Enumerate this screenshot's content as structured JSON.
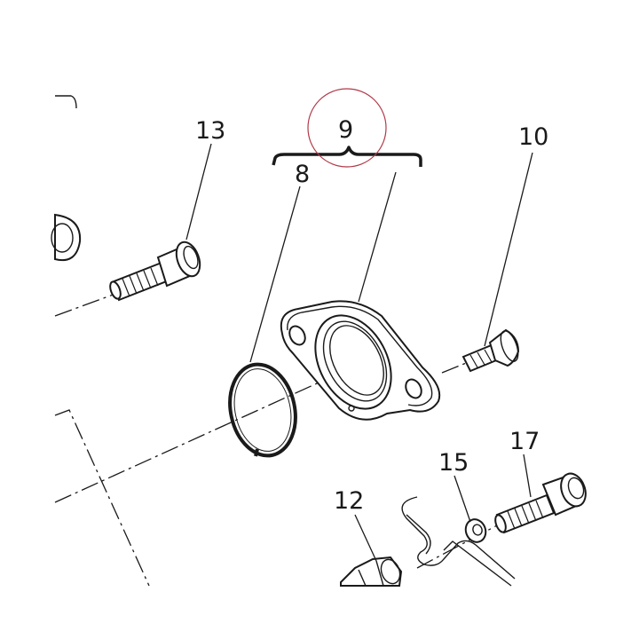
{
  "callouts": {
    "c9": "9",
    "c8": "8",
    "c10": "10",
    "c13": "13",
    "c12": "12",
    "c15": "15",
    "c17": "17"
  },
  "colors": {
    "line": "#1a1a1a",
    "highlight_circle": "#b03a48",
    "background": "#ffffff"
  },
  "icons": {
    "highlight": "highlight-circle-icon"
  }
}
